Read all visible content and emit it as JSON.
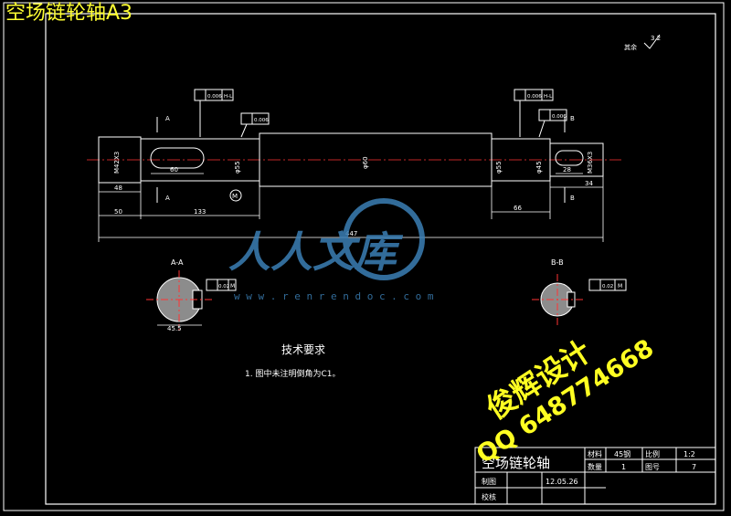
{
  "overlay_title": "空场链轮轴A3",
  "colors": {
    "frame": "#ffffff",
    "part": "#ffffff",
    "dims": "#ffffff",
    "centerline": "#ff3333",
    "overlay": "#ffff33",
    "logo": "#3b7fb5",
    "annotation_green": "#33cc33"
  },
  "surface_note": "其余",
  "surface_value": "3.2",
  "dimensions": {
    "d_left_len": "48",
    "d_left_50": "50",
    "d_133": "133",
    "d_key_60": "60",
    "d_total": "447",
    "d_66": "66",
    "d_34": "34",
    "d_28": "28",
    "d_thread_left": "M42X3",
    "d_thread_right": "M36X3",
    "d_dia_mid": "φ60",
    "d_dia_left": "φ55",
    "d_dia_right": "φ55",
    "d_right_small": "φ45"
  },
  "tolerances": {
    "t1": "0.006",
    "t2": "0.006",
    "t3": "0.006",
    "t4": "0.006",
    "ref_left": "H-L",
    "ref_right": "H-L"
  },
  "section_labels": {
    "a_top": "A",
    "a_bottom": "A",
    "b_top": "B",
    "b_bottom": "B",
    "aa": "A-A",
    "bb": "B-B",
    "aa_dim": "45.5",
    "aa_tol": "0.02",
    "bb_tol": "0.02",
    "aa_datum": "M",
    "bb_datum": "M",
    "datum_circle": "M"
  },
  "tech_requirements": {
    "heading": "技术要求",
    "item1": "1. 图中未注明倒角为C1。"
  },
  "logo": {
    "text": "人人文库",
    "url": "w w w . r e n r e n d o c . c o m"
  },
  "watermark": {
    "line1": "俊辉设计",
    "line2": "QQ 648774668"
  },
  "title_block": {
    "part_name": "空场链轮轴",
    "material_label": "材料",
    "material_value": "45钢",
    "scale_label": "比例",
    "scale_value": "1:2",
    "qty_label": "数量",
    "qty_value": "1",
    "drawing_no_label": "图号",
    "drawing_no_value": "7",
    "drawn_label": "制图",
    "drawn_date": "12.05.26",
    "checked_label": "校核"
  }
}
